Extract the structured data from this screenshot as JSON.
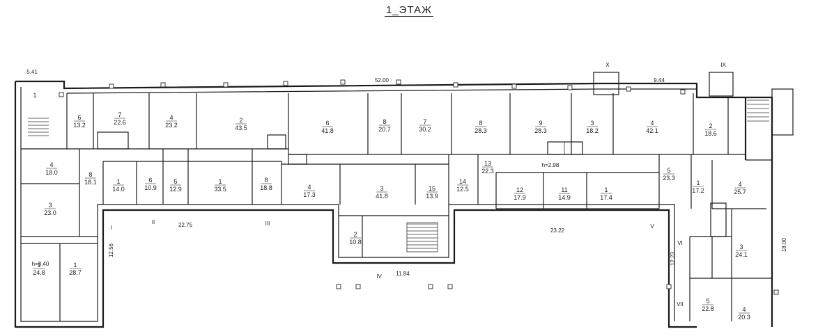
{
  "title": "1_ЭТАЖ",
  "axis_marks": [
    "X",
    "IX",
    "I",
    "II",
    "III",
    "IV",
    "V",
    "VI",
    "VII"
  ],
  "overall_dims": [
    "52.00",
    "22.75",
    "23.22",
    "11.84",
    "12.56",
    "12.23",
    "18.00",
    "5.41",
    "9.44"
  ],
  "rooms": [
    {
      "num": "1",
      "area": ""
    },
    {
      "num": "6",
      "area": "13.2"
    },
    {
      "num": "7",
      "area": "22.6"
    },
    {
      "num": "4",
      "area": "23.2"
    },
    {
      "num": "2",
      "area": "43.5"
    },
    {
      "num": "6",
      "area": "41.8"
    },
    {
      "num": "8",
      "area": "20.7"
    },
    {
      "num": "7",
      "area": "30.2"
    },
    {
      "num": "8",
      "area": "28.3"
    },
    {
      "num": "9",
      "area": "28.3"
    },
    {
      "num": "3",
      "area": "18.2"
    },
    {
      "num": "4",
      "area": "42.1"
    },
    {
      "num": "2",
      "area": "18.6"
    },
    {
      "num": "4",
      "area": "18.0"
    },
    {
      "num": "8",
      "area": "18.1"
    },
    {
      "num": "1",
      "area": "14.0"
    },
    {
      "num": "6",
      "area": "10.9"
    },
    {
      "num": "5",
      "area": "12.9"
    },
    {
      "num": "1",
      "area": "33.5"
    },
    {
      "num": "8",
      "area": "18.8"
    },
    {
      "num": "4",
      "area": "17.3"
    },
    {
      "num": "3",
      "area": "41.8"
    },
    {
      "num": "15",
      "area": "13.9"
    },
    {
      "num": "14",
      "area": "12.5"
    },
    {
      "num": "13",
      "area": "22.3"
    },
    {
      "num": "12",
      "area": "17.9"
    },
    {
      "num": "11",
      "area": "14.9"
    },
    {
      "num": "1",
      "area": "17.4"
    },
    {
      "num": "5",
      "area": "23.3"
    },
    {
      "num": "1",
      "area": "17.2"
    },
    {
      "num": "4",
      "area": "25.7"
    },
    {
      "num": "3",
      "area": "23.0"
    },
    {
      "num": "1",
      "area": "24.8"
    },
    {
      "num": "1",
      "area": "28.7"
    },
    {
      "num": "2",
      "area": "10.8"
    },
    {
      "num": "3",
      "area": "24.1"
    },
    {
      "num": "5",
      "area": "22.8"
    },
    {
      "num": "4",
      "area": "20.3"
    }
  ],
  "notes": [
    "h=3.40",
    "h=2.98"
  ]
}
